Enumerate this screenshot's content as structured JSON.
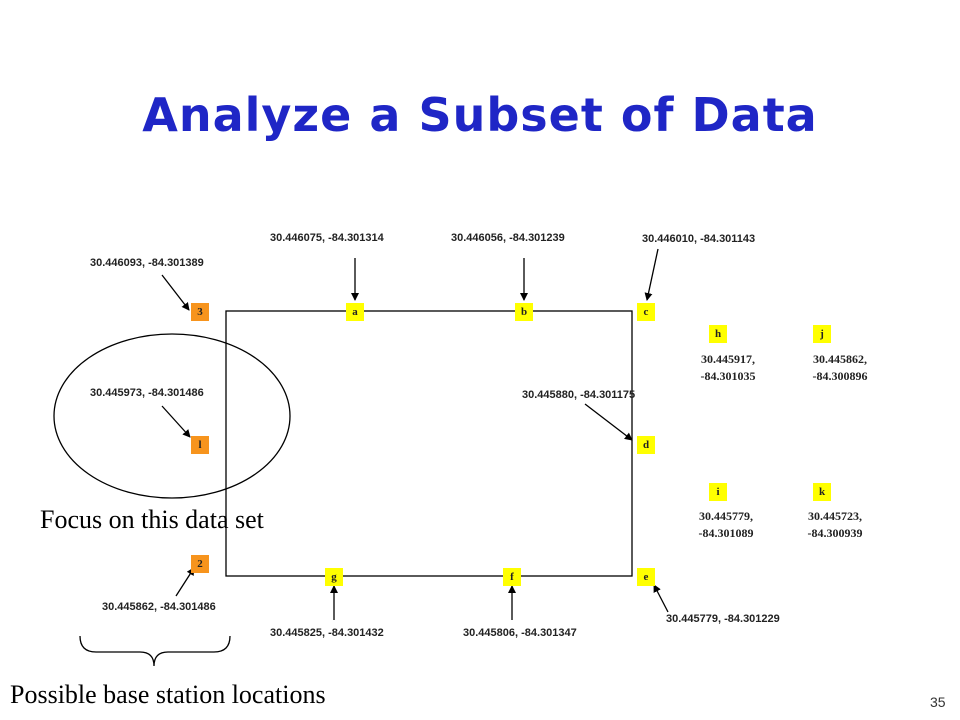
{
  "title": "Analyze a Subset of Data",
  "slide_number": "35",
  "focus_label": "Focus on this data set",
  "base_label": "Possible base station locations",
  "nodes": {
    "n3": "3",
    "n1": "l",
    "n2": "2",
    "a": "a",
    "b": "b",
    "c": "c",
    "d": "d",
    "e": "e",
    "f": "f",
    "g": "g",
    "h": "h",
    "j": "j",
    "i": "i",
    "k": "k"
  },
  "coords": {
    "n3": "30.446093, -84.301389",
    "n1": "30.445973, -84.301486",
    "n2": "30.445862, -84.301486",
    "a": "30.446075, -84.301314",
    "b": "30.446056, -84.301239",
    "c": "30.446010, -84.301143",
    "d": "30.445880, -84.301175",
    "e": "30.445779, -84.301229",
    "f": "30.445806, -84.301347",
    "g": "30.445825, -84.301432",
    "h_lat": "30.445917,",
    "h_lon": "-84.301035",
    "j_lat": "30.445862,",
    "j_lon": "-84.300896",
    "i_lat": "30.445779,",
    "i_lon": "-84.301089",
    "k_lat": "30.445723,",
    "k_lon": "-84.300939"
  },
  "colors": {
    "title": "#1f26c6",
    "base_node": "#f7941d",
    "sensor_node": "#ffff00"
  }
}
